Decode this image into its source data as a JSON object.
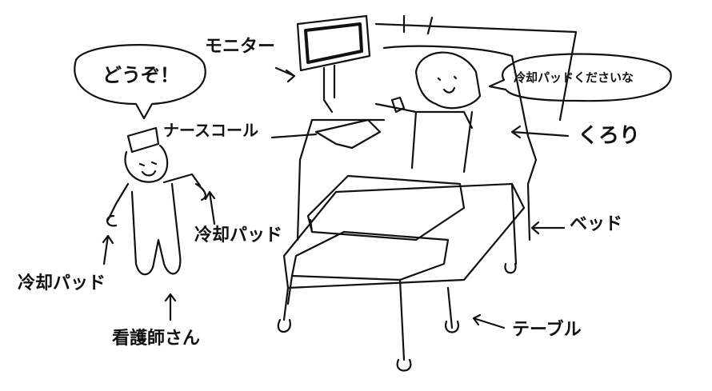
{
  "labels": {
    "speech_nurse": "どうぞ！",
    "monitor": "モニター",
    "speech_patient": "冷却パッドくださいな",
    "nurse_call": "ナースコール",
    "kurori": "くろり",
    "bed": "ベッド",
    "cooling_pad_right": "冷却パッド",
    "cooling_pad_left": "冷却パッド",
    "nurse": "看護師さん",
    "table": "テーブル"
  },
  "colors": {
    "ink": "#111111",
    "background": "#ffffff"
  }
}
